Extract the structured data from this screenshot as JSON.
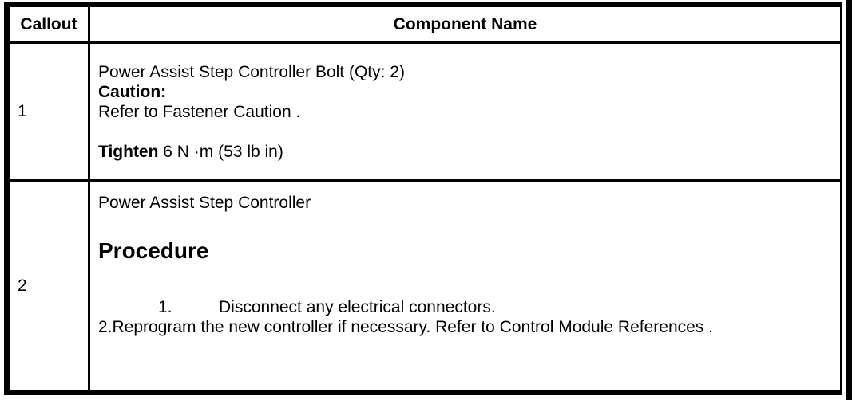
{
  "page": {
    "background": "#ffffff",
    "border_color": "#000000",
    "text_color": "#000000"
  },
  "table": {
    "headers": [
      {
        "label": "Callout"
      },
      {
        "label": "Component Name"
      }
    ],
    "rows": [
      {
        "callout": "1",
        "component": {
          "name": "Power Assist Step Controller Bolt (Qty: 2)",
          "caution_label": "Caution:",
          "caution_ref": "Refer to Fastener Caution .",
          "tighten_label": "Tighten",
          "tighten_spec": "6 N ·m (53 lb in)"
        }
      },
      {
        "callout": "2",
        "component": {
          "name": "Power Assist Step Controller",
          "procedure_heading": "Procedure",
          "step_1_number": "1.",
          "step_1_text": "Disconnect any electrical connectors.",
          "step_2_text": "2.Reprogram the new controller if necessary. Refer to Control Module References ."
        }
      }
    ]
  }
}
